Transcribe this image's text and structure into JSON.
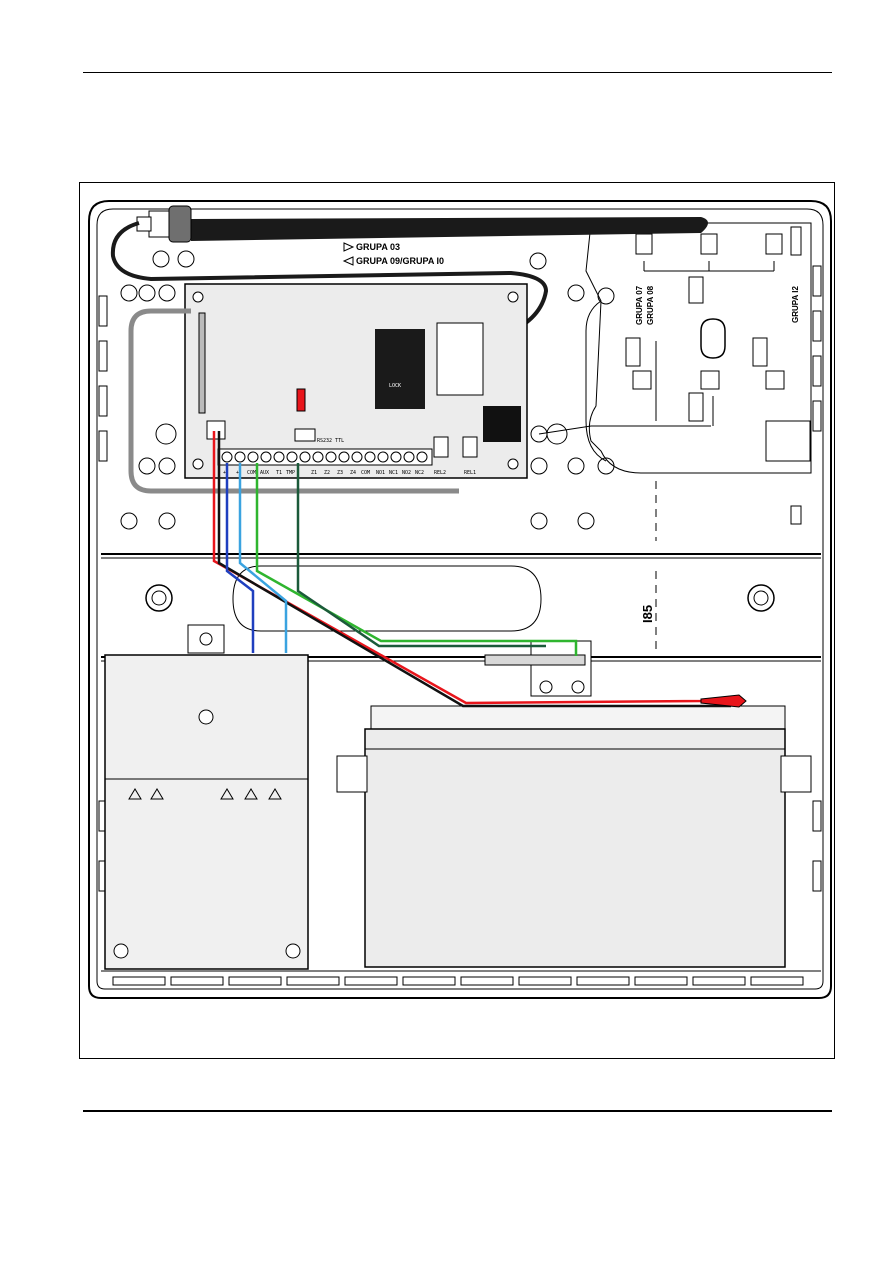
{
  "diagram": {
    "labels": {
      "group_03": "GRUPA 03",
      "group_09_10": "GRUPA 09/GRUPA I0",
      "group_07": "GRUPA 07",
      "group_08": "GRUPA 08",
      "group_12": "GRUPA I2",
      "dimension": "I85"
    },
    "terminal_labels": [
      "+",
      "+",
      "COM",
      "AUX",
      "T1",
      "TMP",
      "Z1",
      "Z2",
      "Z3",
      "Z4",
      "COM",
      "NO1",
      "NC1",
      "NO2",
      "NC2",
      "REL2",
      "REL1"
    ],
    "connector_label": "RS232 TTL",
    "sim_label": "LOCK",
    "wire_colors": {
      "red": "#e8151b",
      "black": "#111111",
      "blue": "#1f3fbf",
      "light_blue": "#3aa3e0",
      "green": "#2fb52f",
      "dark_green": "#1b5a3a",
      "gray": "#8a8a8a"
    }
  }
}
